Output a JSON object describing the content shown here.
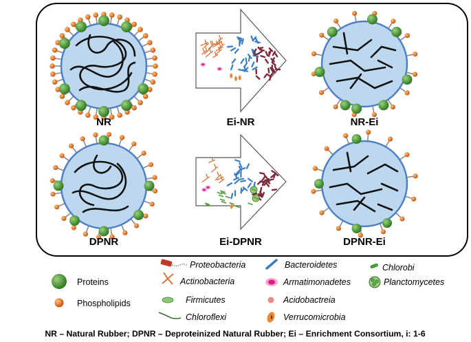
{
  "labels": {
    "nr": "NR",
    "ei_nr": "Ei-NR",
    "nr_ei": "NR-Ei",
    "dpnr": "DPNR",
    "ei_dpnr": "Ei-DPNR",
    "dpnr_ei": "DPNR-Ei"
  },
  "legend": {
    "proteins": "Proteins",
    "phospholipids": "Phospholipids",
    "proteobacteria": "Proteobacteria",
    "actinobacteria": "Actinobacteria",
    "firmicutes": "Firmicutes",
    "chloroflexi": "Chloroflexi",
    "bacteroidetes": "Bacteroidetes",
    "armatimonadetes": "Armatimonadetes",
    "acidobactreia": "Acidobactreia",
    "verrucomicrobia": "Verrucomicrobia",
    "chlorobi": "Chlorobi",
    "planctomycetes": "Planctomycetes"
  },
  "footnote": "NR – Natural Rubber; DPNR – Deproteinized Natural Rubber; Ei – Enrichment Consortium, i: 1-6",
  "colors": {
    "particle_fill": "#bcd7ee",
    "particle_stroke": "#4f7fc4",
    "protein": "#4e9a3a",
    "phospholipid": "#e8782a",
    "proteobacteria": "#c0392b",
    "actinobacteria": "#d8743a",
    "bacteroidetes": "#3b7dc4",
    "armatimonadetes": "#d81b8c",
    "acidobactreia": "#f08a8a",
    "verrucomicrobia": "#e88a3a",
    "chlorobi": "#4e9a3a",
    "firmicutes": "#8bc87a"
  },
  "icons": [
    "protein-icon",
    "phospholipid-icon",
    "proteobacteria-icon",
    "actinobacteria-icon",
    "firmicutes-icon",
    "chloroflexi-icon",
    "bacteroidetes-icon",
    "armatimonadetes-icon",
    "acidobactreia-icon",
    "verrucomicrobia-icon",
    "chlorobi-icon",
    "planctomycetes-icon"
  ]
}
